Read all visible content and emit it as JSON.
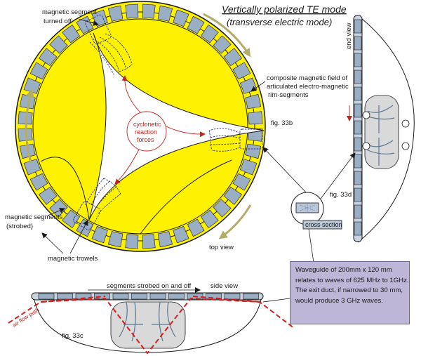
{
  "title": "Vertically polarized TE mode",
  "subtitle": "(transverse electric mode)",
  "labels": {
    "segment_off_1": "magnetic segment",
    "segment_off_2": "turned off",
    "composite_1": "composite magnetic field of",
    "composite_2": "articulated electro-magnetic",
    "composite_3": "rim-segments",
    "fig33b": "fig. 33b",
    "fig33c": "fig. 33c",
    "fig33d": "fig. 33d",
    "end_view": "end view",
    "top_view": "top view",
    "side_view": "side view",
    "cross_section": "cross section",
    "strobed_1": "magnetic segments",
    "strobed_2": "(strobed)",
    "trowels": "magnetic trowels",
    "segments_strobed": "segments strobed on and off",
    "air_flow": "air flow path",
    "cyclonetic_1": "cyclonetic",
    "cyclonetic_2": "reaction",
    "cyclonetic_3": "forces"
  },
  "note": {
    "lines": [
      "Waveguide of 200mm x 120 mm",
      "relates to waves of 625 MHz to 1GHz.",
      "The exit duct, if narrowed to 30 mm,",
      "would produce 3 GHz waves."
    ]
  },
  "colors": {
    "disc_fill": "#fff200",
    "rim_segment": "#9aaec4",
    "field_lines": "#2b2f8f",
    "reaction_arrows": "#c0251e",
    "rotation_arrows": "#b3ad6a",
    "note_background": "#bdb6d6"
  }
}
